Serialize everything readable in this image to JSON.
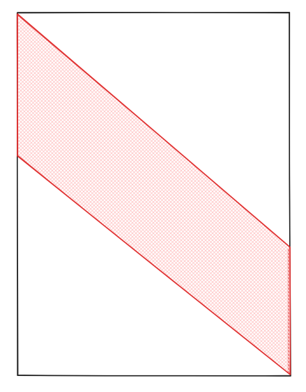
{
  "colors": {
    "background": "#ffffff",
    "frame_stroke": "#1e1e1e",
    "band_stroke": "#e03131",
    "band_hatch": "#ffc9c9"
  },
  "shapes": [
    {
      "name": "outer-rectangle",
      "kind": "rectangle",
      "style": "sketch"
    },
    {
      "name": "diagonal-band",
      "kind": "parallelogram",
      "style": "sketch",
      "fill": "cross-hatch"
    }
  ]
}
